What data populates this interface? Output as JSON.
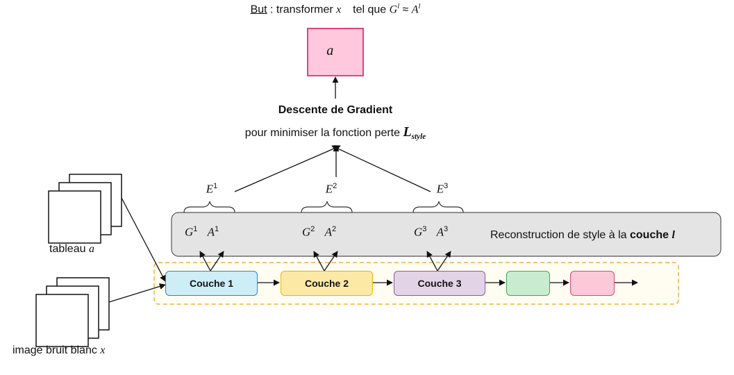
{
  "goal": {
    "prefix": "But",
    "text": " : transformer ",
    "vec": "x⃗",
    "mid": " tel que ",
    "g": "G",
    "g_sup": "l",
    "approx": " ≈ ",
    "a": "A",
    "a_sup": "l"
  },
  "target_box": {
    "label": "a⃗"
  },
  "gradient": {
    "title": "Descente de Gradient",
    "subtitle": "pour minimiser la fonction perte ",
    "loss": "L",
    "loss_sub": "style"
  },
  "errors": [
    {
      "e": "E",
      "sup": "1"
    },
    {
      "e": "E",
      "sup": "2"
    },
    {
      "e": "E",
      "sup": "3"
    }
  ],
  "gram_pairs": [
    {
      "g": "G",
      "g_sup": "1",
      "a": "A",
      "a_sup": "1"
    },
    {
      "g": "G",
      "g_sup": "2",
      "a": "A",
      "a_sup": "2"
    },
    {
      "g": "G",
      "g_sup": "3",
      "a": "A",
      "a_sup": "3"
    }
  ],
  "reconstruction": {
    "text": "Reconstruction de style à la ",
    "bold": "couche ",
    "l": "l"
  },
  "layers": [
    {
      "label": "Couche 1",
      "fill": "#cdeef6",
      "stroke": "#2e86c1"
    },
    {
      "label": "Couche 2",
      "fill": "#fde9a6",
      "stroke": "#e6b800"
    },
    {
      "label": "Couche 3",
      "fill": "#e3d3e6",
      "stroke": "#8e5e9e"
    },
    {
      "label": "",
      "fill": "#c9ecd0",
      "stroke": "#3ea85a"
    },
    {
      "label": "",
      "fill": "#fbc9d8",
      "stroke": "#e0457b"
    }
  ],
  "inputs": {
    "painting": {
      "label": "tableau ",
      "vec": "a⃗"
    },
    "noise": {
      "label": "image bruit blanc ",
      "vec": "x⃗"
    }
  },
  "colors": {
    "target_fill": "#ffc8dc",
    "target_stroke": "#e0457b",
    "gray_panel": "#e4e4e4",
    "dashed_border": "#f0b13a",
    "dashed_fill": "#fffcf2"
  }
}
